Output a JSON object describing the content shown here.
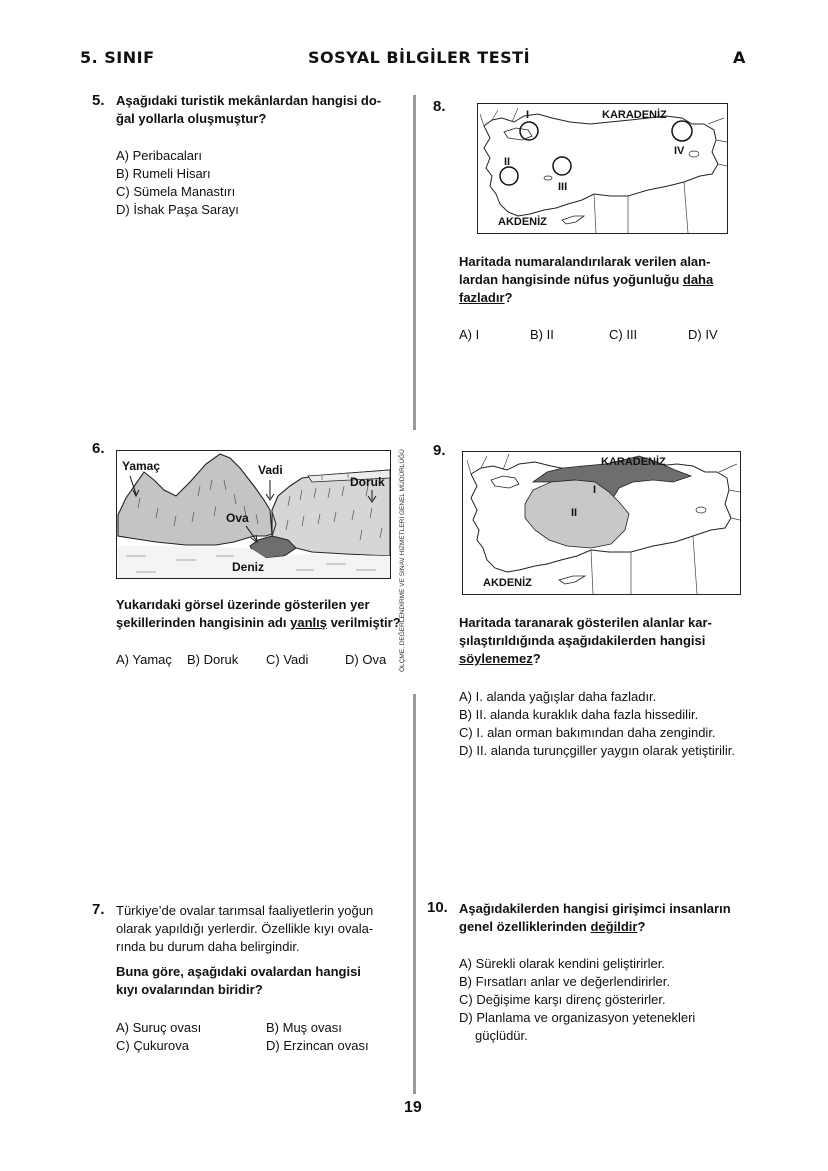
{
  "header": {
    "grade": "5. SINIF",
    "title": "SOSYAL BİLGİLER TESTİ",
    "booklet": "A"
  },
  "side_text": "ÖLÇME, DEĞERLENDİRME VE SINAV HİZMETLERİ GENEL MÜDÜRLÜĞÜ",
  "page_number": "19",
  "q5": {
    "number": "5.",
    "text_line1": "Aşağıdaki turistik mekânlardan hangisi do-",
    "text_line2": "ğal yollarla oluşmuştur?",
    "options": [
      "A) Peribacaları",
      "B) Rumeli Hisarı",
      "C) Sümela Manastırı",
      "D) İshak Paşa Sarayı"
    ]
  },
  "q6": {
    "number": "6.",
    "labels": {
      "yamac": "Yamaç",
      "vadi": "Vadi",
      "doruk": "Doruk",
      "ova": "Ova",
      "deniz": "Deniz"
    },
    "text_line1": "Yukarıdaki görsel üzerinde gösterilen yer",
    "text_line2_pre": "şekillerinden hangisinin adı ",
    "text_line2_u": "yanlış",
    "text_line2_post": " verilmiştir?",
    "options": [
      "A) Yamaç",
      "B) Doruk",
      "C) Vadi",
      "D) Ova"
    ]
  },
  "q7": {
    "number": "7.",
    "intro_line1": "Türkiye’de ovalar tarımsal faaliyetlerin yoğun",
    "intro_line2": "olarak yapıldığı yerlerdir. Özellikle kıyı ovala-",
    "intro_line3": "rında bu durum daha belirgindir.",
    "text_line1": "Buna göre, aşağıdaki ovalardan hangisi",
    "text_line2": "kıyı ovalarından biridir?",
    "options": [
      "A) Suruç ovası",
      "B) Muş ovası",
      "C) Çukurova",
      "D) Erzincan ovası"
    ]
  },
  "q8": {
    "number": "8.",
    "map_labels": {
      "karadeniz": "KARADENİZ",
      "akdeniz": "AKDENİZ",
      "i": "I",
      "ii": "II",
      "iii": "III",
      "iv": "IV"
    },
    "text_line1": "Haritada numaralandırılarak verilen alan-",
    "text_line2_pre": "lardan hangisinde nüfus yoğunluğu ",
    "text_line2_u": "daha",
    "text_line3_u": "fazladır",
    "text_line3_post": "?",
    "options": [
      "A) I",
      "B) II",
      "C) III",
      "D) IV"
    ]
  },
  "q9": {
    "number": "9.",
    "map_labels": {
      "karadeniz": "KARADENİZ",
      "akdeniz": "AKDENİZ",
      "i": "I",
      "ii": "II"
    },
    "text_line1": "Haritada taranarak gösterilen alanlar kar-",
    "text_line2": "şılaştırıldığında aşağıdakilerden hangisi",
    "text_line3_u": "söylenemez",
    "text_line3_post": "?",
    "options": [
      "A) I. alanda yağışlar daha fazladır.",
      "B) II. alanda kuraklık daha fazla hissedilir.",
      "C) I. alan orman bakımından daha zengindir.",
      "D) II. alanda turunçgiller yaygın olarak yetiştirilir."
    ]
  },
  "q10": {
    "number": "10.",
    "text_line1": "Aşağıdakilerden hangisi girişimci insanların",
    "text_line2_pre": "genel özelliklerinden ",
    "text_line2_u": "değildir",
    "text_line2_post": "?",
    "options": [
      "A) Sürekli olarak kendini geliştirirler.",
      "B) Fırsatları anlar ve değerlendirirler.",
      "C) Değişime karşı direnç gösterirler.",
      "D) Planlama ve organizasyon yetenekleri"
    ],
    "option_d_line2": "güçlüdür."
  },
  "colors": {
    "dark_region": "#6e6e6e",
    "light_region": "#c8c8c8",
    "divider": "#9a9a9a"
  }
}
